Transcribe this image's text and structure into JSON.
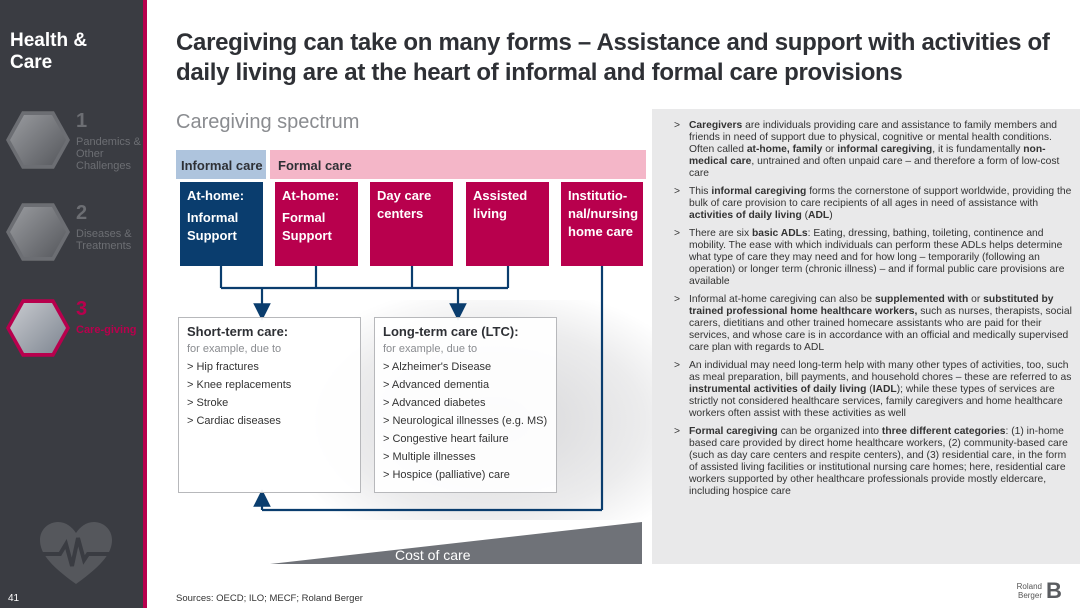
{
  "sidebar": {
    "title": "Health & Care",
    "nav": [
      {
        "num": "1",
        "label": "Pandemics & Other Challenges",
        "active": false
      },
      {
        "num": "2",
        "label": "Diseases & Treatments",
        "active": false
      },
      {
        "num": "3",
        "label": "Care-giving",
        "active": true
      }
    ],
    "page_number": "41"
  },
  "header": {
    "title": "Caregiving can take on many forms – Assistance and support with activities of daily living are at the heart of informal and formal care provisions",
    "subtitle": "Caregiving spectrum"
  },
  "diagram": {
    "band_informal": "Informal care",
    "band_formal": "Formal care",
    "boxes": [
      {
        "title": "At-home:",
        "sub": "Informal Support"
      },
      {
        "title": "At-home:",
        "sub": "Formal Support"
      },
      {
        "title": "Day care centers",
        "sub": ""
      },
      {
        "title": "Assisted living",
        "sub": ""
      },
      {
        "title": "Institutio-nal/nursing home care",
        "sub": ""
      }
    ],
    "short_term": {
      "title": "Short-term care:",
      "intro": "for example, due to",
      "items": [
        "> Hip fractures",
        "> Knee replacements",
        "> Stroke",
        "> Cardiac diseases"
      ]
    },
    "long_term": {
      "title": "Long-term care (LTC):",
      "intro": "for example, due to",
      "items": [
        "> Alzheimer's Disease",
        "> Advanced dementia",
        "> Advanced diabetes",
        "> Neurological illnesses (e.g. MS)",
        "> Congestive heart failure",
        "> Multiple illnesses",
        "> Hospice (palliative) care"
      ]
    },
    "cost_label": "Cost of care"
  },
  "bullets": {
    "b1": {
      "a": "Caregivers",
      "b": " are individuals providing care and assistance to family members and friends in need of support due to physical, cognitive or mental health conditions. Often called ",
      "c": "at-home, family",
      "d": " or ",
      "e": "informal caregiving",
      "f": ", it is fundamentally ",
      "g": "non-medical care",
      "h": ", untrained and often unpaid care – and therefore a form of low-cost care"
    },
    "b2": {
      "a": "This ",
      "b": "informal caregiving",
      "c": " forms the cornerstone of support worldwide, providing the bulk of care provision to care recipients of all ages in need of assistance with ",
      "d": "activities of daily living",
      "e": " (",
      "f": "ADL",
      "g": ")"
    },
    "b3": {
      "a": "There are six ",
      "b": "basic ADLs",
      "c": ": Eating, dressing, bathing, toileting, continence and mobility. The ease with which individuals can perform these ADLs helps determine what type of care they may need and for how long – temporarily (following an operation) or longer term (chronic illness) – and if formal public care provisions are available"
    },
    "b4": {
      "a": "Informal at-home caregiving can also be ",
      "b": "supplemented with",
      "c": " or ",
      "d": "substituted by trained professional home healthcare workers,",
      "e": " such as nurses, therapists, social carers, dietitians and other trained homecare assistants who are paid for their services, and whose care is in accordance with an official and medically supervised care plan with regards to ADL"
    },
    "b5": {
      "a": "An individual may need long-term help with many other types of activities, too, such as meal preparation, bill payments, and household chores – these are referred to as ",
      "b": "instrumental activities of daily living",
      "c": " (",
      "d": "IADL",
      "e": "); while these types of services are strictly not considered healthcare services, family caregivers and home healthcare workers often assist with these activities as well"
    },
    "b6": {
      "a": "Formal caregiving",
      "b": " can be organized into ",
      "c": "three different categories",
      "d": ": (1) in-home based care provided by direct home healthcare workers, (2) community-based care (such as day care centers and respite centers), and (3) residential care, in the form of assisted living facilities or institutional nursing care homes; here, residential care workers supported by other healthcare professionals provide mostly eldercare, including hospice care"
    },
    "marker": ">"
  },
  "footer": {
    "sources": "Sources: OECD; ILO; MECF; Roland Berger",
    "logo_small": "Roland Berger",
    "logo_letter": "B"
  },
  "colors": {
    "accent": "#b8004d",
    "navy": "#0a3d6e",
    "sidebar": "#3a3c42"
  }
}
